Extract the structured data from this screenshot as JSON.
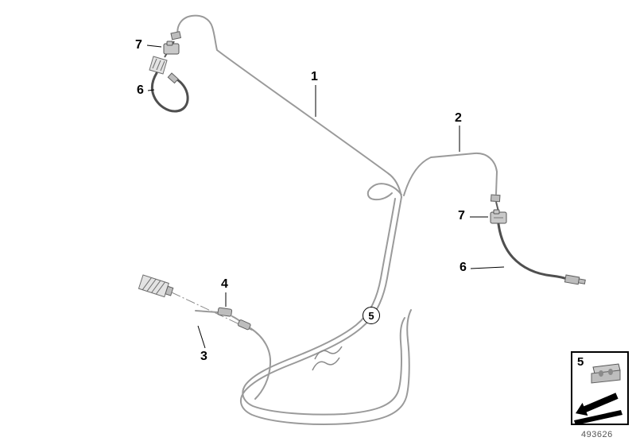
{
  "callouts": {
    "pipe_1": "1",
    "pipe_2": "2",
    "pipe_3": "3",
    "connector_4": "4",
    "clamp_5": "5",
    "hose_6_left": "6",
    "hose_6_right": "6",
    "clamp_7_left": "7",
    "clamp_7_right": "7"
  },
  "inset": {
    "label": "5"
  },
  "footer": {
    "part_number": "493626"
  },
  "colors": {
    "background": "#ffffff",
    "pipe": "#9a9a9a",
    "hose": "#4f4f4f",
    "fitting": "#bdbdbd",
    "callout_text": "#000000"
  }
}
